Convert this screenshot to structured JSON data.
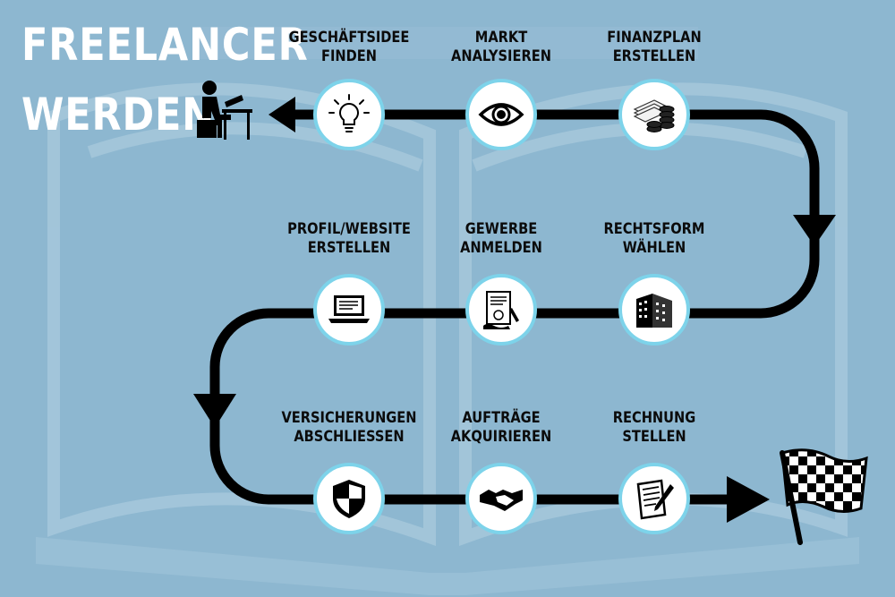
{
  "title": {
    "line1": "FREELANCER",
    "line2": "WERDEN"
  },
  "colors": {
    "background": "#8db7d0",
    "path": "#000000",
    "ring": "#7dd3ea",
    "title": "#ffffff"
  },
  "steps": [
    {
      "line1": "GESCHÄFTSIDEE",
      "line2": "FINDEN",
      "icon": "lightbulb-icon"
    },
    {
      "line1": "MARKT",
      "line2": "ANALYSIEREN",
      "icon": "eye-icon"
    },
    {
      "line1": "FINANZPLAN",
      "line2": "ERSTELLEN",
      "icon": "finance-icon"
    },
    {
      "line1": "PROFIL/WEBSITE",
      "line2": "ERSTELLEN",
      "icon": "laptop-icon"
    },
    {
      "line1": "GEWERBE",
      "line2": "ANMELDEN",
      "icon": "certificate-icon"
    },
    {
      "line1": "RECHTSFORM",
      "line2": "WÄHLEN",
      "icon": "building-icon"
    },
    {
      "line1": "VERSICHERUNGEN",
      "line2": "ABSCHLIESSEN",
      "icon": "shield-icon"
    },
    {
      "line1": "AUFTRÄGE",
      "line2": "AKQUIRIEREN",
      "icon": "handshake-icon"
    },
    {
      "line1": "RECHNUNG",
      "line2": "STELLEN",
      "icon": "invoice-icon"
    }
  ],
  "start_icon": "freelancer-at-desk-icon",
  "end_icon": "checkered-flag-icon"
}
